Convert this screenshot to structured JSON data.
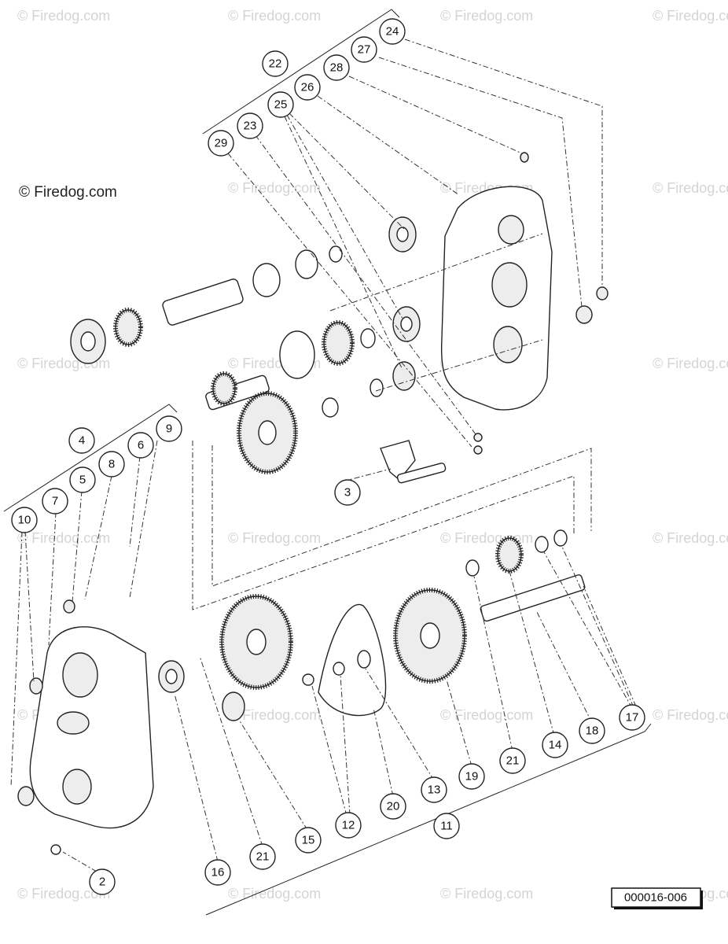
{
  "watermark": {
    "text": "© Firedog.com"
  },
  "diagram_code": "000016-006",
  "callouts": [
    {
      "id": "c24",
      "label": "24"
    },
    {
      "id": "c27",
      "label": "27"
    },
    {
      "id": "c28",
      "label": "28"
    },
    {
      "id": "c22",
      "label": "22"
    },
    {
      "id": "c26",
      "label": "26"
    },
    {
      "id": "c25",
      "label": "25"
    },
    {
      "id": "c23",
      "label": "23"
    },
    {
      "id": "c29",
      "label": "29"
    },
    {
      "id": "c9",
      "label": "9"
    },
    {
      "id": "c4",
      "label": "4"
    },
    {
      "id": "c6",
      "label": "6"
    },
    {
      "id": "c8",
      "label": "8"
    },
    {
      "id": "c5",
      "label": "5"
    },
    {
      "id": "c7",
      "label": "7"
    },
    {
      "id": "c10",
      "label": "10"
    },
    {
      "id": "c3",
      "label": "3"
    },
    {
      "id": "c17",
      "label": "17"
    },
    {
      "id": "c18",
      "label": "18"
    },
    {
      "id": "c14",
      "label": "14"
    },
    {
      "id": "c21b",
      "label": "21"
    },
    {
      "id": "c19",
      "label": "19"
    },
    {
      "id": "c13",
      "label": "13"
    },
    {
      "id": "c11",
      "label": "11"
    },
    {
      "id": "c20",
      "label": "20"
    },
    {
      "id": "c12",
      "label": "12"
    },
    {
      "id": "c15",
      "label": "15"
    },
    {
      "id": "c21a",
      "label": "21"
    },
    {
      "id": "c16",
      "label": "16"
    },
    {
      "id": "c2",
      "label": "2"
    }
  ]
}
